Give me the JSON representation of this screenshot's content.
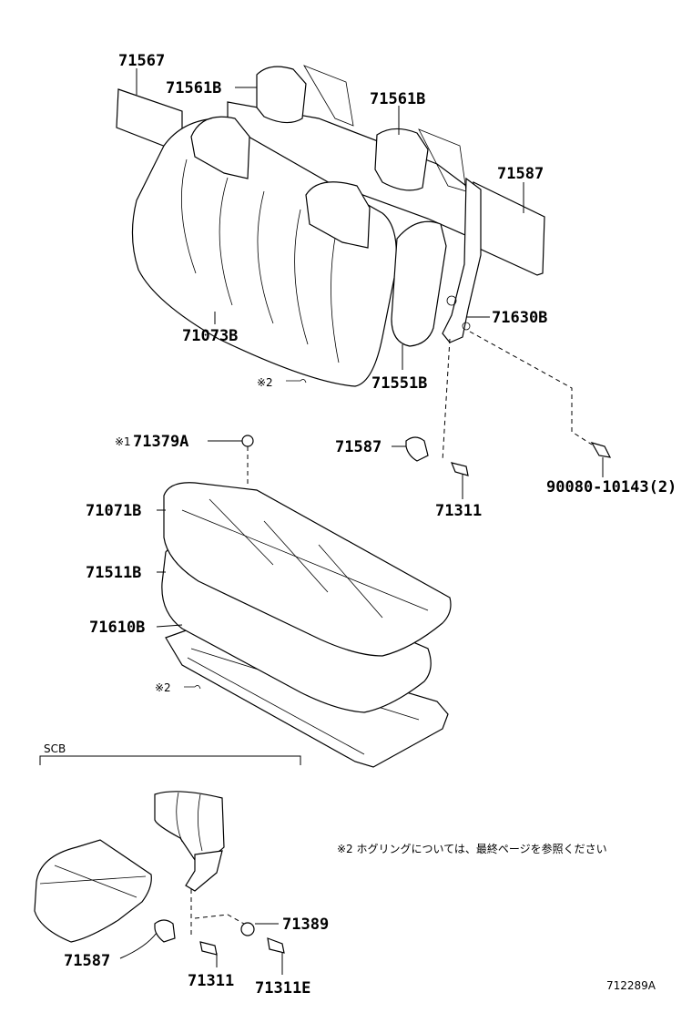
{
  "labels": {
    "p71567": "71567",
    "p71561b_a": "71561B",
    "p71561b_b": "71561B",
    "p71587_top": "71587",
    "p71073b": "71073B",
    "p71630b": "71630B",
    "p71551b": "71551B",
    "mark2_top": "※2",
    "p71379a_mark": "※1",
    "p71379a": "71379A",
    "p71587_mid": "71587",
    "p90080": "90080-10143(2)",
    "p71071b": "71071B",
    "p71311_mid": "71311",
    "p71511b": "71511B",
    "p71610b": "71610B",
    "mark2_bottom": "※2",
    "scb": "SCB",
    "note": "※2  ホグリングについては、最終ページを参照ください",
    "p71389": "71389",
    "p71587_bottom": "71587",
    "p71311_bottom": "71311",
    "p71311e": "71311E",
    "figure_id": "712289A"
  }
}
